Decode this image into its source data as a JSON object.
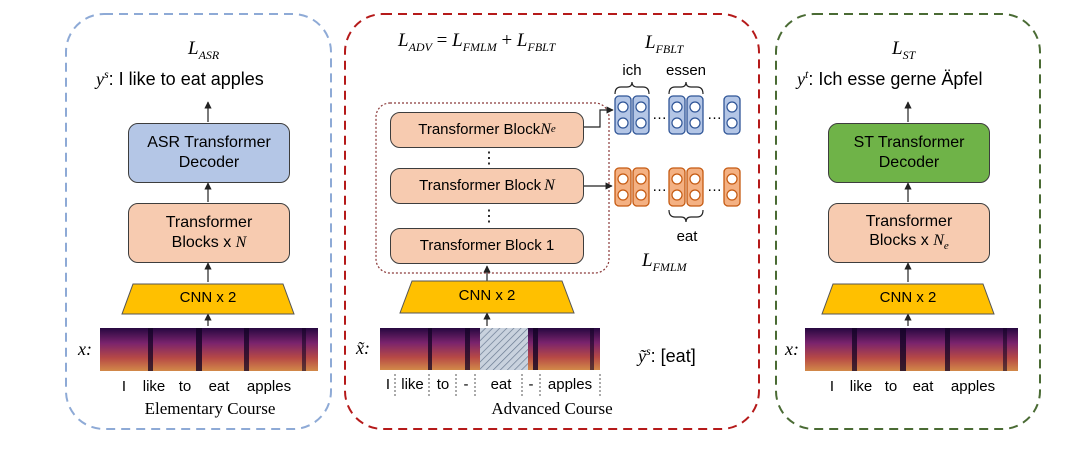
{
  "diagram": {
    "elementary": {
      "loss": "L",
      "loss_sub": "ASR",
      "target_symbol": "y",
      "target_sup": "s",
      "target_text": ": I like to eat apples",
      "decoder_line1": "ASR Transformer",
      "decoder_line2": "Decoder",
      "encoder_line1": "Transformer",
      "encoder_line2": "Blocks x ",
      "encoder_n": "N",
      "cnn": "CNN x 2",
      "input_symbol": "x:",
      "words": [
        "I",
        "like",
        "to",
        "eat",
        "apples"
      ],
      "course": "Elementary Course"
    },
    "advanced": {
      "loss_eq": {
        "lhs": "L",
        "lhs_sub": "ADV",
        "eq": " = ",
        "t1": "L",
        "t1_sub": "FMLM",
        "plus": " + ",
        "t2": "L",
        "t2_sub": "FBLT"
      },
      "block_top": "Transformer Block ",
      "block_top_n": "N",
      "block_top_sub": "e",
      "block_mid": "Transformer Block ",
      "block_mid_n": "N",
      "block_bottom": "Transformer Block 1",
      "dots": "⋮",
      "cnn": "CNN x 2",
      "input_symbol": "x̃:",
      "words": [
        "I",
        "like",
        "to",
        "-",
        "eat",
        "-",
        "apples"
      ],
      "course": "Advanced Course",
      "fblt_loss": "L",
      "fblt_sub": "FBLT",
      "fblt_word1": "ich",
      "fblt_word2": "essen",
      "fmlm_loss": "L",
      "fmlm_sub": "FMLM",
      "fmlm_word": "eat",
      "ellipsis": "…",
      "masked_label_symbol": "ỹ",
      "masked_label_sup": "s",
      "masked_label_text": ": [eat]"
    },
    "st": {
      "loss": "L",
      "loss_sub": "ST",
      "target_symbol": "y",
      "target_sup": "t",
      "target_text": ": Ich esse gerne Äpfel",
      "decoder_line1": "ST Transformer",
      "decoder_line2": "Decoder",
      "encoder_line1": "Transformer",
      "encoder_line2": "Blocks x ",
      "encoder_n": "N",
      "encoder_n_sub": "e",
      "cnn": "CNN x 2",
      "input_symbol": "x:",
      "words": [
        "I",
        "like",
        "to",
        "eat",
        "apples"
      ]
    },
    "colors": {
      "elementary_border": "#8eaad6",
      "advanced_border": "#b51a1a",
      "st_border": "#4a6b34",
      "asr_decoder": "#b4c6e6",
      "transformer": "#f7cbb0",
      "st_decoder": "#6fb348",
      "cnn": "#ffc000",
      "fblt_token": "#b4c6e6",
      "fmlm_token": "#f4b183"
    }
  }
}
